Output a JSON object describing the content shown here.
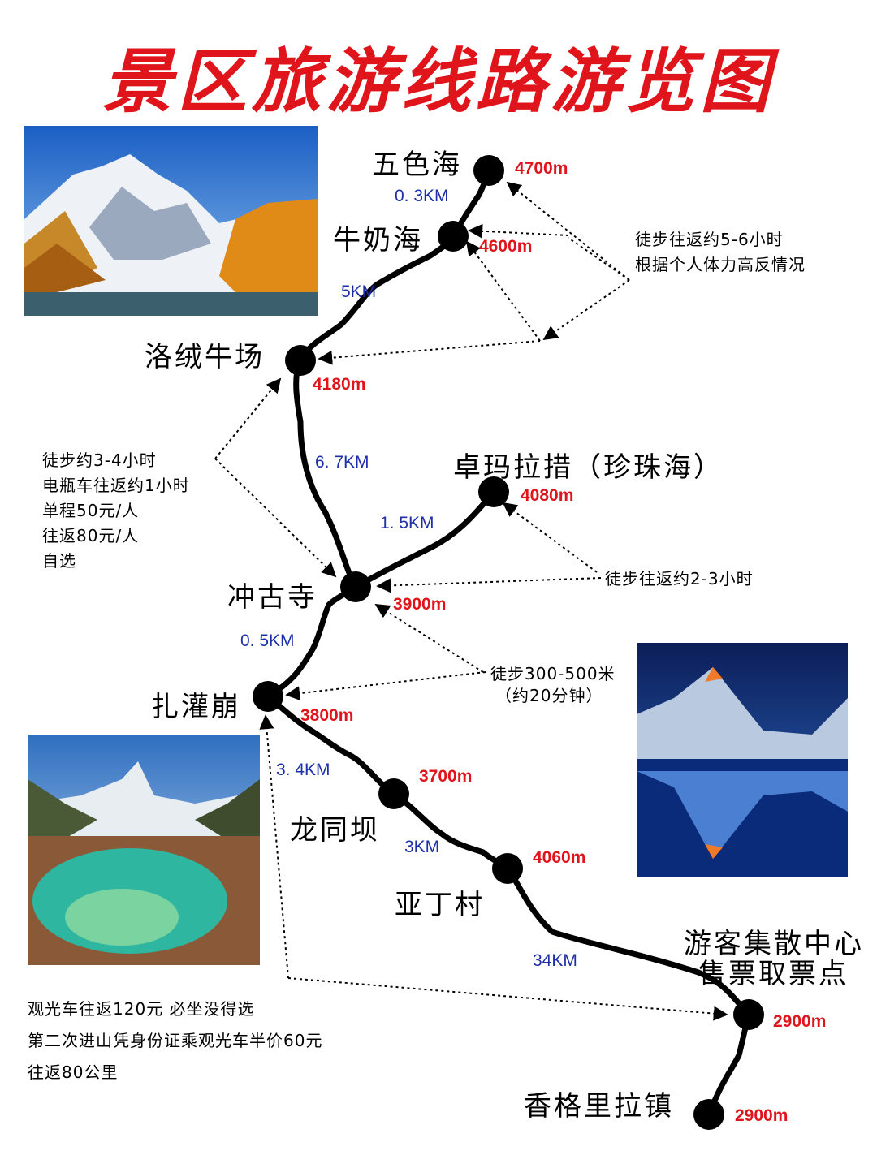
{
  "title": "景区旅游线路游览图",
  "stops": [
    {
      "id": "wuse",
      "name": "五色海",
      "elevation": "4700m"
    },
    {
      "id": "niunai",
      "name": "牛奶海",
      "elevation": "4600m"
    },
    {
      "id": "luorong",
      "name": "洛绒牛场",
      "elevation": "4180m"
    },
    {
      "id": "zhuoma",
      "name": "卓玛拉措（珍珠海）",
      "elevation": "4080m"
    },
    {
      "id": "chonggu",
      "name": "冲古寺",
      "elevation": "3900m"
    },
    {
      "id": "zhaguan",
      "name": "扎灌崩",
      "elevation": "3800m"
    },
    {
      "id": "longtong",
      "name": "龙同坝",
      "elevation": "3700m"
    },
    {
      "id": "yading",
      "name": "亚丁村",
      "elevation": "4060m"
    },
    {
      "id": "center",
      "name_line1": "游客集散中心",
      "name_line2": "售票取票点",
      "elevation": "2900m"
    },
    {
      "id": "shangri",
      "name": "香格里拉镇",
      "elevation": "2900m"
    }
  ],
  "distances": {
    "wuse_niunai": "0. 3KM",
    "niunai_luorong": "5KM",
    "luorong_chonggu": "6. 7KM",
    "zhuoma_chonggu": "1. 5KM",
    "chonggu_zhaguan": "0. 5KM",
    "zhaguan_longtong": "3. 4KM",
    "longtong_yading": "3KM",
    "yading_center": "34KM"
  },
  "notes": {
    "upper_hike": [
      "徒步往返约5-6小时",
      "根据个人体力高反情况"
    ],
    "luorong_options": [
      "徒步约3-4小时",
      "电瓶车往返约1小时",
      "单程50元/人",
      "往返80元/人",
      "自选"
    ],
    "zhuoma_hike": [
      "徒步往返约2-3小时"
    ],
    "zhaguan_hike": [
      "徒步300-500米",
      "（约20分钟）"
    ],
    "shuttle": [
      "观光车往返120元 必坐没得选",
      "第二次进山凭身份证乘观光车半价60元",
      "往返80公里"
    ]
  },
  "colors": {
    "title": "#e0141b",
    "elevation": "#e0141b",
    "distance": "#1c2fa8",
    "route": "#000000"
  }
}
